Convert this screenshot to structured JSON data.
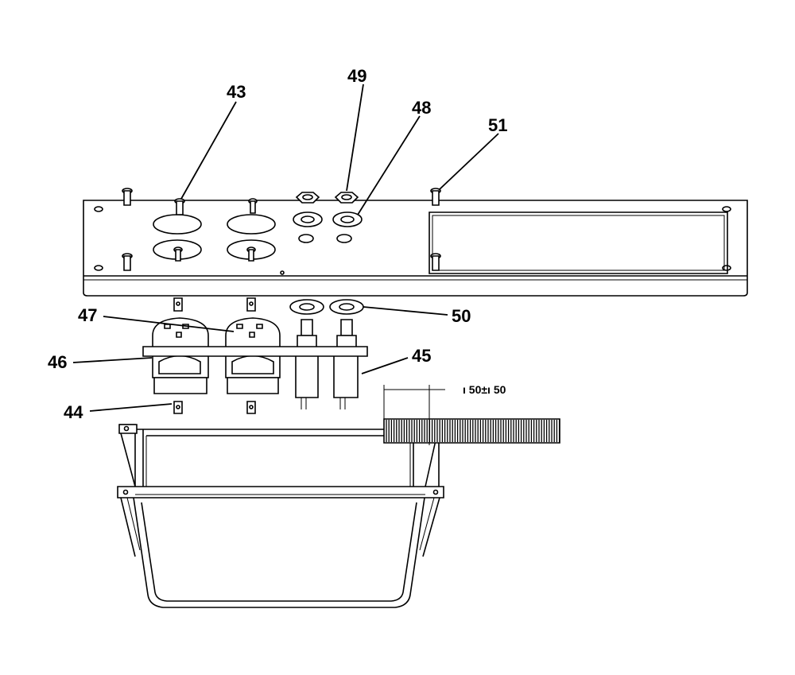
{
  "callouts": {
    "c43": "43",
    "c49": "49",
    "c48": "48",
    "c51": "51",
    "c47": "47",
    "c50": "50",
    "c46": "46",
    "c45": "45",
    "c44": "44"
  },
  "dimension": {
    "label": "ı 50±ı 50"
  }
}
